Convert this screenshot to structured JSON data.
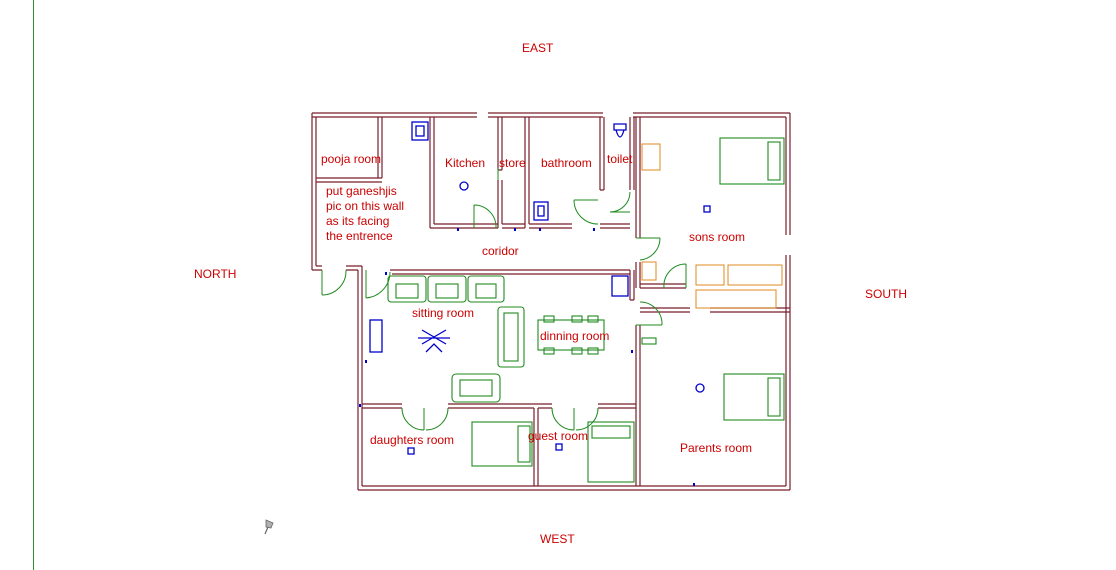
{
  "directions": {
    "north": "NORTH",
    "south": "SOUTH",
    "east": "EAST",
    "west": "WEST"
  },
  "rooms": {
    "pooja": "pooja room",
    "kitchen": "Kitchen",
    "store": "store",
    "bathroom": "bathroom",
    "toilet": "toilet",
    "sons": "sons room",
    "corridor": "coridor",
    "sitting": "sitting room",
    "dining": "dinning room",
    "daughters": "daughters room",
    "guest": "guest room",
    "parents": "Parents room"
  },
  "note": {
    "line1": "put ganeshjis",
    "line2": "pic on this wall",
    "line3": "as its facing",
    "line4": "the entrence"
  },
  "colors": {
    "wall": "#7a1f2b",
    "furniture": "#1f8a1f",
    "fixture": "#0000cc",
    "accent": "#e08a1e",
    "label": "#cc0000"
  }
}
